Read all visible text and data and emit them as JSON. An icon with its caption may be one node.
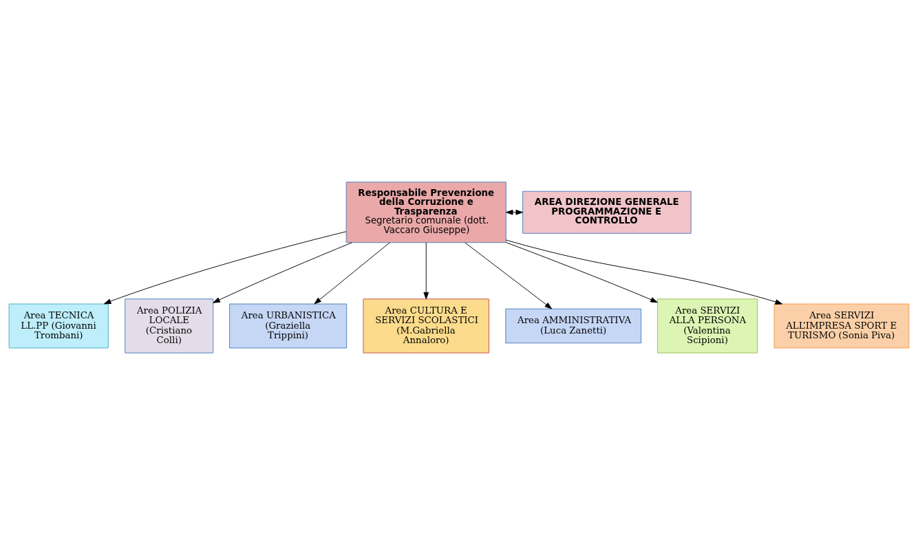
{
  "diagram": {
    "nodes": [
      {
        "text": [
          "Responsabile Prevenzione della Corruzione e Trasparenza",
          "Segretario comunale (dott. Vaccaro Giuseppe)"
        ]
      },
      {
        "text": [
          "AREA DIREZIONE GENERALE PROGRAMMAZIONE E CONTROLLO"
        ]
      },
      {
        "text": [
          "Area TECNICA LL.PP (Giovanni Trombani)"
        ]
      },
      {
        "text": [
          "Area POLIZIA LOCALE (Cristiano Colli)"
        ]
      },
      {
        "text": [
          "Area URBANISTICA (Graziella Trippini)"
        ]
      },
      {
        "text": [
          "Area CULTURA E SERVIZI SCOLASTICI (M.Gabriella Annaloro)"
        ]
      },
      {
        "text": [
          "Area AMMINISTRATIVA (Luca Zanetti)"
        ]
      },
      {
        "text": [
          "Area SERVIZI ALLA PERSONA (Valentina Scipioni)"
        ]
      },
      {
        "text": [
          "Area SERVIZI ALL’IMPRESA SPORT E TURISMO (Sonia Piva)"
        ]
      }
    ],
    "edges": [
      {
        "from": 0,
        "to": 1,
        "arrow": "both"
      },
      {
        "from": 0,
        "to": 2,
        "arrow": "to"
      },
      {
        "from": 0,
        "to": 3,
        "arrow": "to"
      },
      {
        "from": 0,
        "to": 4,
        "arrow": "to"
      },
      {
        "from": 0,
        "to": 5,
        "arrow": "to"
      },
      {
        "from": 0,
        "to": 6,
        "arrow": "to"
      },
      {
        "from": 0,
        "to": 7,
        "arrow": "to"
      },
      {
        "from": 0,
        "to": 8,
        "arrow": "to"
      }
    ]
  }
}
